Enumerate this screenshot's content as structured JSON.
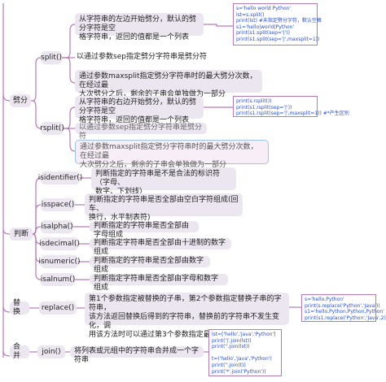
{
  "colors": {
    "branch": "#b67ab6",
    "node_fill": "#ece6f0",
    "code_text": "#2a4fcf",
    "highlight_border": "#9fc3ea"
  },
  "categories": {
    "split_group": "劈分",
    "judge": "判断",
    "replace_group": "替换",
    "join_group": "合并"
  },
  "methods": {
    "split": "split()",
    "rsplit": "rsplit()",
    "isidentifier": "isidentifier()",
    "isspace": "isspace()",
    "isalpha": "isalpha()",
    "isdecimal": "isdecimal()",
    "isnumeric": "isnumeric()",
    "isalnum": "isalnum()",
    "replace": "replace()",
    "join": "join()"
  },
  "descriptions": {
    "split_1": "从字符串的左边开始劈分，默认的劈分字符是空\n格字符串，返回的值都是一个列表",
    "split_2": "以通过参数sep指定劈分字符串是劈分符",
    "split_3": "通过参数maxsplit指定劈分字符串时的最大劈分次数，在经过最\n大次劈分之后，剩余的子串会单独做为一部分",
    "rsplit_1": "从字符串的右边开始劈分，默认的劈分字符是空\n格字符串，返回的值都是一个列表",
    "rsplit_2": "以通过参数sep指定劈分字符串是劈分符",
    "rsplit_3": "通过参数maxsplit指定劈分字符串时的最大劈分次数，在经过最\n大次劈分之后，剩余的子串会单独做为一部分",
    "isidentifier": "判断指定的字符串是不是合法的标识符（字母、\n数字、下划线）",
    "isspace": "判断指定的字符串是否全部由空白字符组成(回车、\n换行，水平制表符)",
    "isalpha": "判断指定的字符串是否全部由字母组成",
    "isdecimal": "判断指定字符串是否全部由十进制的数字组成",
    "isnumeric": "判断指定的字符串是否全部由数字组成",
    "isalnum": "判断指定字符串是否全部由字母和数字组成",
    "replace": "第1个参数指定被替换的子串，第2个参数指定替换子串的字符串，\n该方法返回替换后得到的字符串，替换前的字符串不发生变化，调\n用该方法时可以通过第3个参数指定最大替换次数",
    "join": "将列表或元组中的字符串合并成一个字符串"
  },
  "code": {
    "split": "s='hello world Python'\nlst=s.split()\nprint(lst) #未指定劈分字符，默认空格\ns1='hello|world|Python'\nprint(s1.split(sep='|'))\nprint(s1.split(sep='|',maxsplit=1))",
    "rsplit": "print(s.rsplit())\nprint(s1.rsplit(sep='|'))\nprint(s1.rsplit(sep='|',maxsplit=1)) #*产生区别",
    "replace": "s='hello,Python'\nprint(s.replace('Python','Java'))\ns1='hello,Python,Python,Python'\nprint(s1.replace('Python','Java',2))",
    "join": "lst=['hello','java','Python']\nprint('|'.join(lst))\nprint(''.join(lst))\n\nt=('hello','Java','Python')\nprint(''.join(t))\nprint('*'.join('Python'))"
  }
}
